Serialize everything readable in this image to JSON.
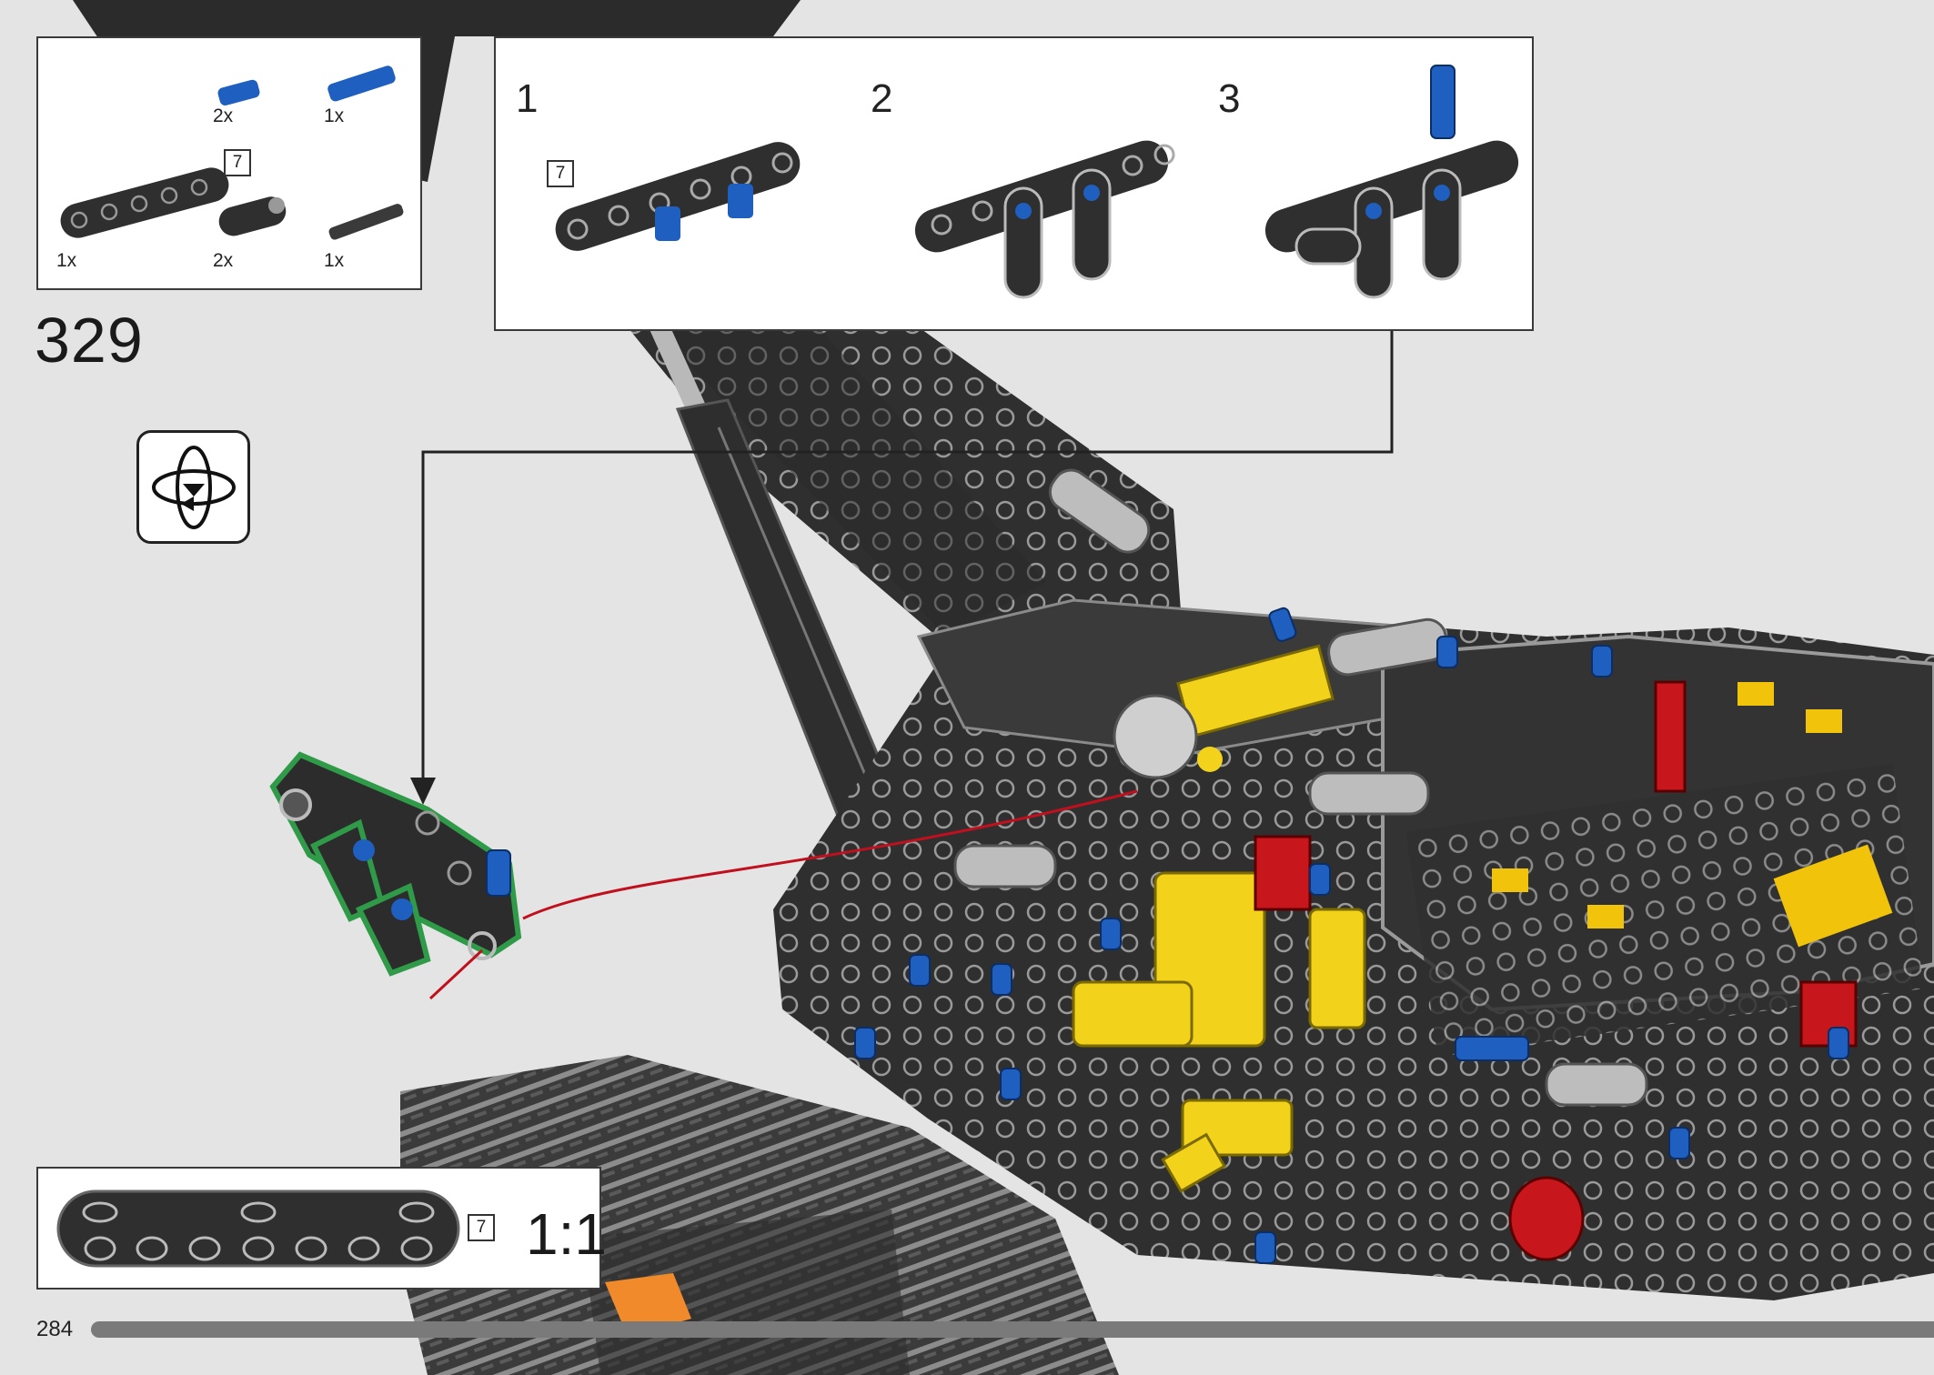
{
  "page": {
    "step_number": "329",
    "page_number": "284",
    "progress_fraction": 1.0
  },
  "parts_callout": {
    "items": [
      {
        "part": "blue-axle-pin",
        "quantity": "2x"
      },
      {
        "part": "blue-long-pin",
        "quantity": "1x"
      },
      {
        "part": "beam-7",
        "quantity": "1x",
        "length": "7"
      },
      {
        "part": "beam-2-pin",
        "quantity": "2x"
      },
      {
        "part": "dark-axle-pin",
        "quantity": "1x"
      }
    ]
  },
  "sub_steps": [
    {
      "number": "1",
      "length": "7"
    },
    {
      "number": "2"
    },
    {
      "number": "3"
    }
  ],
  "scale_callout": {
    "length": "7",
    "ratio": "1:1"
  },
  "rotate_icon": "rotate-model-icon",
  "colors": {
    "background": "#e4e4e4",
    "dark_grey": "#2f2f2f",
    "light_grey": "#bdbdbd",
    "blue": "#1f5fbf",
    "yellow": "#f2d21b",
    "red": "#c8161d",
    "highlight_green": "#2f9a48",
    "thread_red": "#c0101e"
  }
}
